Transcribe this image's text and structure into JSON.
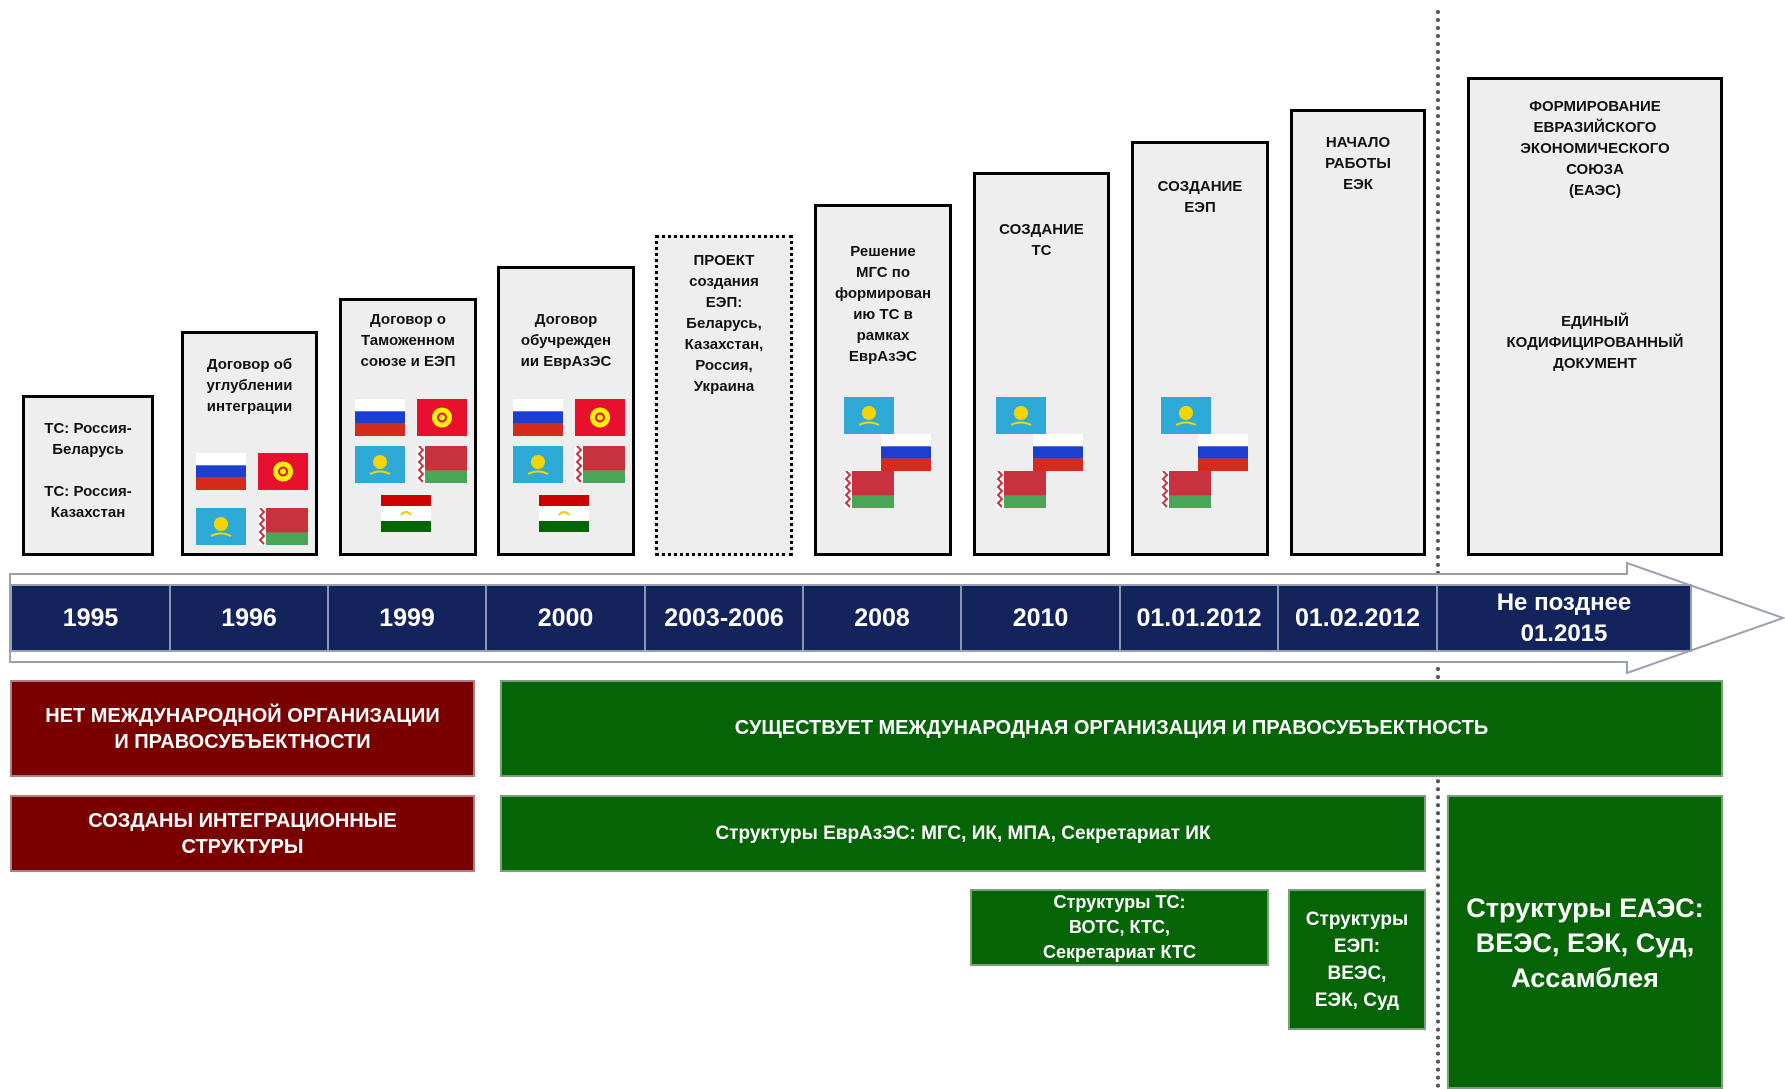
{
  "boxes": [
    {
      "id": "1995",
      "text": "ТС: Россия-\nБеларусь\n\nТС: Россия-\nКазахстан"
    },
    {
      "id": "1996",
      "text": "Договор об\nуглублении\nинтеграции"
    },
    {
      "id": "1999",
      "text": "Договор о\nТаможенном\nсоюзе и ЕЭП"
    },
    {
      "id": "2000",
      "text": "Договор\nобучрежден\nии ЕврАзЭС"
    },
    {
      "id": "2003",
      "text": "ПРОЕКТ\nсоздания\nЕЭП:\nБеларусь,\nКазахстан,\nРоссия,\nУкраина"
    },
    {
      "id": "2008",
      "text": "Решение\nМГС по\nформирован\nию ТС в\nрамках\nЕврАзЭС"
    },
    {
      "id": "2010",
      "text": "СОЗДАНИЕ\nТС"
    },
    {
      "id": "2012a",
      "text": "СОЗДАНИЕ\nЕЭП"
    },
    {
      "id": "2012b",
      "text": "НАЧАЛО\nРАБОТЫ\nЕЭК"
    },
    {
      "id": "2015",
      "text": "ФОРМИРОВАНИЕ\nЕВРАЗИЙСКОГО\nЭКОНОМИЧЕСКОГО\nСОЮЗА\n(ЕАЭС)",
      "text2": "ЕДИНЫЙ\nКОДИФИЦИРОВАННЫЙ\nДОКУМЕНТ"
    }
  ],
  "years": [
    "1995",
    "1996",
    "1999",
    "2000",
    "2003-2006",
    "2008",
    "2010",
    "01.01.2012",
    "01.02.2012",
    "Не позднее\n01.2015"
  ],
  "bands": {
    "no_org": "НЕТ МЕЖДУНАРОДНОЙ ОРГАНИЗАЦИИ\nИ ПРАВОСУБЪЕКТНОСТИ",
    "org_exists": "СУЩЕСТВУЕТ МЕЖДУНАРОДНАЯ ОРГАНИЗАЦИЯ И ПРАВОСУБЪЕКТНОСТЬ",
    "structures_created": "СОЗДАНЫ ИНТЕГРАЦИОННЫЕ\nСТРУКТУРЫ",
    "eurasec": "Структуры ЕврАзЭС: МГС, ИК, МПА, Секретариат ИК",
    "ts": "Структуры ТС:\nВОТС, КТС,\nСекретариат КТС",
    "eep": "Структуры\nЕЭП:\nВЕЭС,\nЕЭК, Суд",
    "eaes": "Структуры ЕАЭС:\nВЕЭС, ЕЭК, Суд,\nАссамблея"
  },
  "colors": {
    "red": "#7a0000",
    "green": "#056406",
    "navy": "#13235c"
  }
}
